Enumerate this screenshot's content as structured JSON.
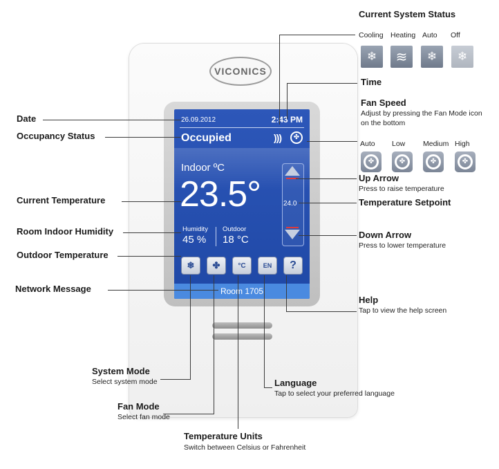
{
  "device": {
    "brand": "VICONICS",
    "date": "26.09.2012",
    "time": "2:43 PM",
    "occupancy": "Occupied",
    "indoor_label": "Indoor ºC",
    "temperature": "23.5°",
    "humidity_label": "Humidity",
    "humidity_value": "45 %",
    "outdoor_label": "Outdoor",
    "outdoor_value": "18 °C",
    "setpoint": "24.0",
    "network_message": "Room 1705",
    "buttons": [
      {
        "name": "system-mode-button",
        "glyph": "❄"
      },
      {
        "name": "fan-mode-button",
        "glyph": "✤"
      },
      {
        "name": "temperature-units-button",
        "glyph": "°C"
      },
      {
        "name": "language-button",
        "glyph": "EN"
      },
      {
        "name": "help-button",
        "glyph": "?"
      }
    ]
  },
  "status_panel": {
    "title": "Current System Status",
    "modes": [
      "Cooling",
      "Heating",
      "Auto",
      "Off"
    ],
    "glyphs": [
      "❄",
      "≋",
      "❄",
      "❄"
    ]
  },
  "fan_panel": {
    "title": "Fan Speed",
    "desc_1": "Adjust by pressing the Fan Mode icon",
    "desc_2": "on the bottom",
    "speeds": [
      "Auto",
      "Low",
      "Medium",
      "High"
    ]
  },
  "labels": {
    "date": "Date",
    "occupancy": "Occupancy Status",
    "current_temp": "Current Temperature",
    "humidity": "Room Indoor Humidity",
    "outdoor": "Outdoor Temperature",
    "network": "Network Message",
    "time": "Time",
    "up_arrow": "Up Arrow",
    "up_arrow_desc": "Press to raise temperature",
    "setpoint": "Temperature Setpoint",
    "down_arrow": "Down Arrow",
    "down_arrow_desc": "Press to lower temperature",
    "help": "Help",
    "help_desc": "Tap to view the help screen",
    "system_mode": "System Mode",
    "system_mode_desc": "Select system mode",
    "fan_mode": "Fan Mode",
    "fan_mode_desc": "Select fan mode",
    "language": "Language",
    "language_desc": "Tap to select your preferred language",
    "units": "Temperature Units",
    "units_desc": "Switch between Celsius or Fahrenheit"
  }
}
